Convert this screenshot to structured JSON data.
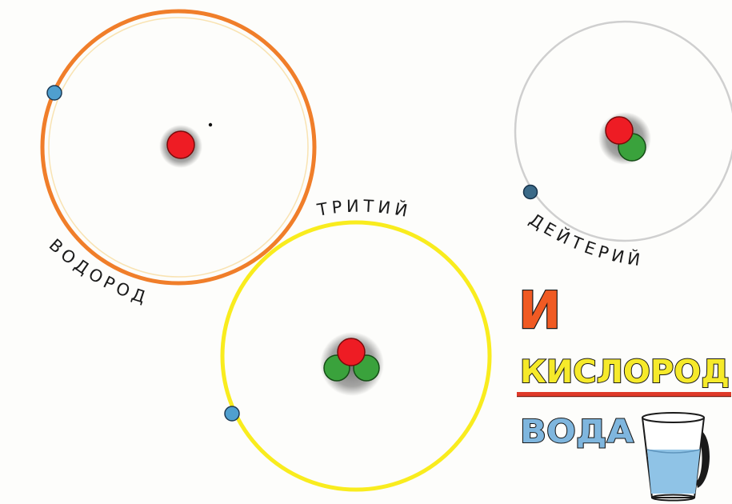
{
  "atoms": {
    "hydrogen": {
      "label": "ВОДОРОД",
      "orbit_color": "#f07e2a"
    },
    "tritium": {
      "label": "ТРИТИЙ",
      "orbit_color": "#f9ec1e"
    },
    "deuterium": {
      "label": "ДЕЙТЕРИЙ",
      "orbit_color": "#cfcfcf"
    }
  },
  "particle_colors": {
    "proton": "#ee1c24",
    "neutron": "#3aa23c",
    "electron": "#4f9fcf"
  },
  "equation": {
    "and_word": "И",
    "oxygen_word": "КИСЛОРОД",
    "water_word": "ВОДА",
    "divider_color": "#e03a2a"
  },
  "glass": {
    "water_color": "#8fc3e6"
  }
}
